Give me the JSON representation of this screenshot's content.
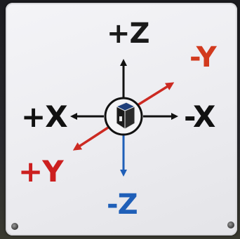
{
  "labels": {
    "plus_z": "+Z",
    "minus_z": "-Z",
    "plus_x": "+X",
    "minus_x": "-X",
    "plus_y": "+Y",
    "minus_y": "-Y"
  },
  "colors": {
    "z_plus": "#1a1a1a",
    "z_minus": "#1f5fb8",
    "x_axis": "#111111",
    "y_axis": "#cc2a22",
    "plate": "#efeff2"
  },
  "icons": {
    "center": "cube-icon"
  }
}
